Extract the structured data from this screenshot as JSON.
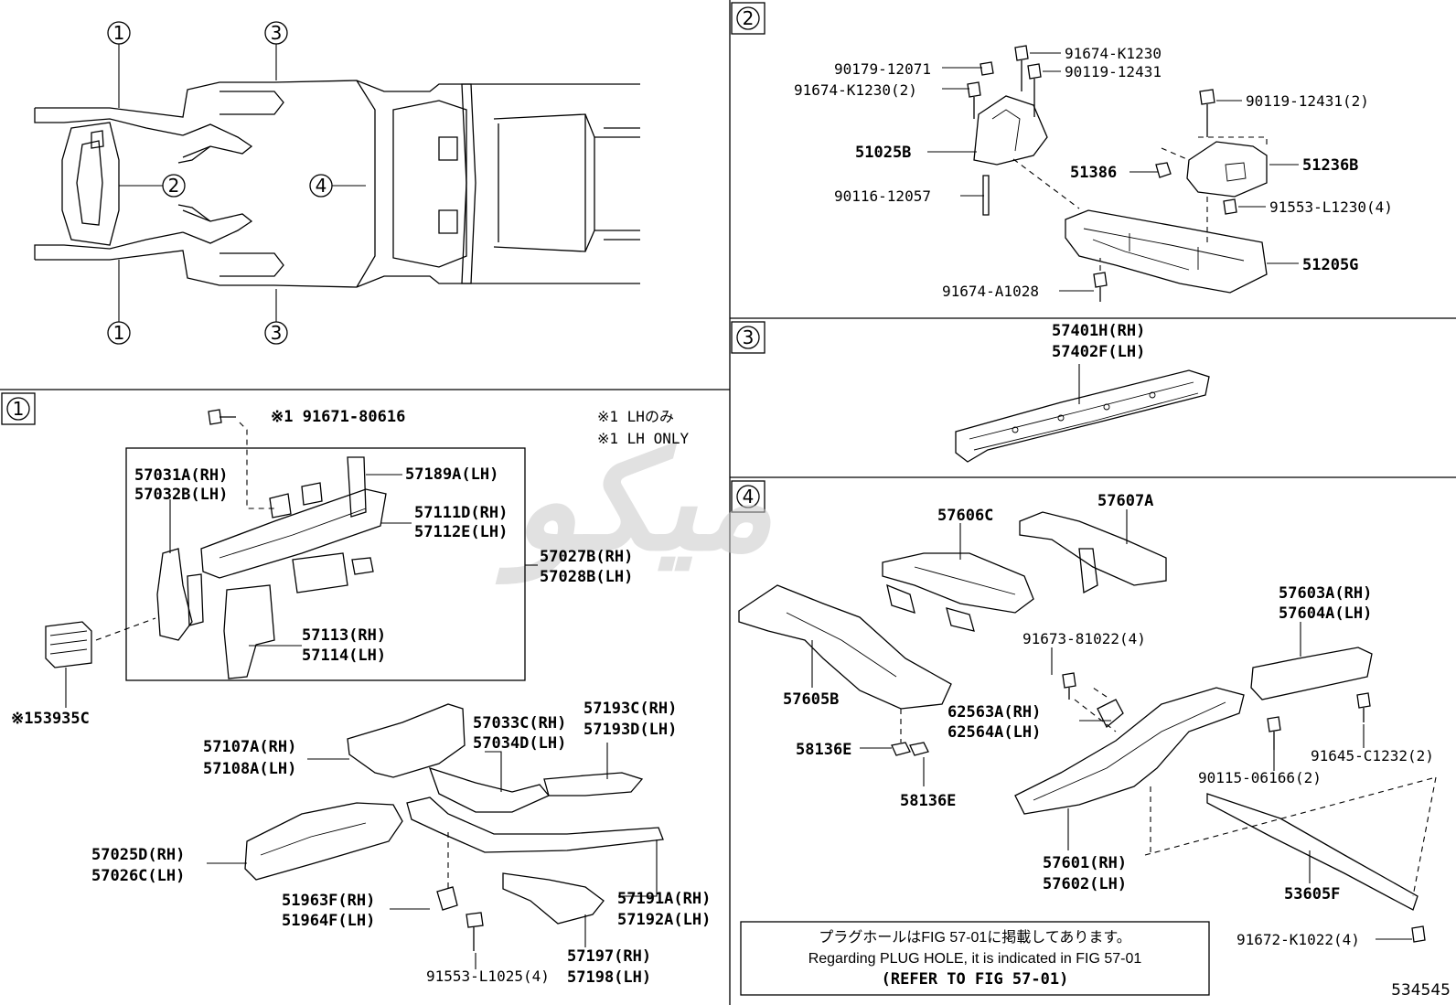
{
  "diagram_id": "534545",
  "watermark": "ميكو",
  "sections": {
    "s1": "1",
    "s2": "2",
    "s3": "3",
    "s4": "4"
  },
  "overview_callouts": [
    "1",
    "3",
    "2",
    "4",
    "1",
    "3"
  ],
  "legend": {
    "lh_only_ja": "※1 LHのみ",
    "lh_only_en": "※1 LH ONLY"
  },
  "section1_labels": {
    "p91671": "※1 91671-80616",
    "p57031": "57031A(RH)",
    "p57032": "57032B(LH)",
    "p57189": "57189A(LH)",
    "p57111": "57111D(RH)",
    "p57112": "57112E(LH)",
    "p57027": "57027B(RH)",
    "p57028": "57028B(LH)",
    "p57113": "57113(RH)",
    "p57114": "57114(LH)",
    "p53935": "※153935C",
    "p57107": "57107A(RH)",
    "p57108": "57108A(LH)",
    "p57033": "57033C(RH)",
    "p57034": "57034D(LH)",
    "p57193c": "57193C(RH)",
    "p57193d": "57193D(LH)",
    "p57025": "57025D(RH)",
    "p57026": "57026C(LH)",
    "p51963": "51963F(RH)",
    "p51964": "51964F(LH)",
    "p57191": "57191A(RH)",
    "p57192": "57192A(LH)",
    "p91553": "91553-L1025(4)",
    "p57197": "57197(RH)",
    "p57198": "57198(LH)"
  },
  "section2_labels": {
    "p90179": "90179-12071",
    "p91674a": "91674-K1230",
    "p91674b": "91674-K1230(2)",
    "p90119a": "90119-12431",
    "p90119b": "90119-12431(2)",
    "p51025": "51025B",
    "p51386": "51386",
    "p51236": "51236B",
    "p90116": "90116-12057",
    "p91553": "91553-L1230(4)",
    "p51205": "51205G",
    "p91674c": "91674-A1028"
  },
  "section3_labels": {
    "p57401": "57401H(RH)",
    "p57402": "57402F(LH)"
  },
  "section4_labels": {
    "p57606": "57606C",
    "p57607": "57607A",
    "p57603": "57603A(RH)",
    "p57604": "57604A(LH)",
    "p91673": "91673-81022(4)",
    "p57605": "57605B",
    "p62563": "62563A(RH)",
    "p62564": "62564A(LH)",
    "p58136a": "58136E",
    "p58136b": "58136E",
    "p91645": "91645-C1232(2)",
    "p90115": "90115-06166(2)",
    "p57601": "57601(RH)",
    "p57602": "57602(LH)",
    "p53605": "53605F",
    "p91672": "91672-K1022(4)"
  },
  "note": {
    "line1": "プラグホールはFIG 57-01に掲載してあります。",
    "line2": "Regarding PLUG HOLE, it is indicated in FIG 57-01",
    "line3": "(REFER TO FIG 57-01)"
  }
}
